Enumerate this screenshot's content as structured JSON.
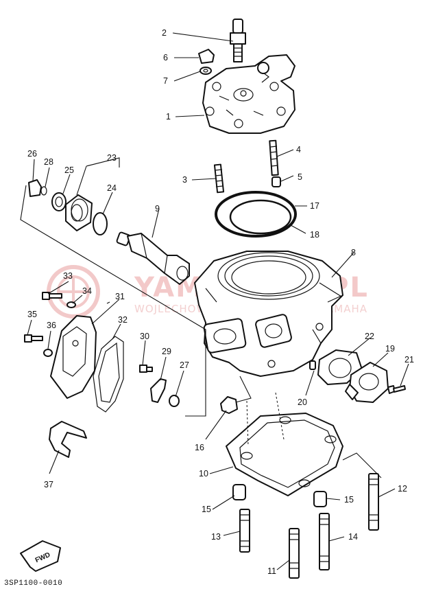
{
  "watermark": {
    "brand": "YAMA",
    "brand_tail": "KI.PL",
    "subtitle": "WOJLECHOWICZ",
    "subtitle_tail": "SKLEP YAMAHA",
    "color": "#e06060"
  },
  "part_labels": {
    "p1": "1",
    "p2": "2",
    "p3": "3",
    "p4": "4",
    "p5": "5",
    "p6": "6",
    "p7": "7",
    "p8": "8",
    "p9": "9",
    "p10": "10",
    "p11": "11",
    "p12": "12",
    "p13": "13",
    "p14": "14",
    "p15a": "15",
    "p15b": "15",
    "p16": "16",
    "p17": "17",
    "p18": "18",
    "p19": "19",
    "p20": "20",
    "p21": "21",
    "p22": "22",
    "p23": "23",
    "p24": "24",
    "p25": "25",
    "p26": "26",
    "p27": "27",
    "p28": "28",
    "p29": "29",
    "p30": "30",
    "p31": "31",
    "p32": "32",
    "p33": "33",
    "p34": "34",
    "p35": "35",
    "p36": "36",
    "p37": "37"
  },
  "fwd_label": "FWD",
  "drawing_code": "3SP1100-0010"
}
